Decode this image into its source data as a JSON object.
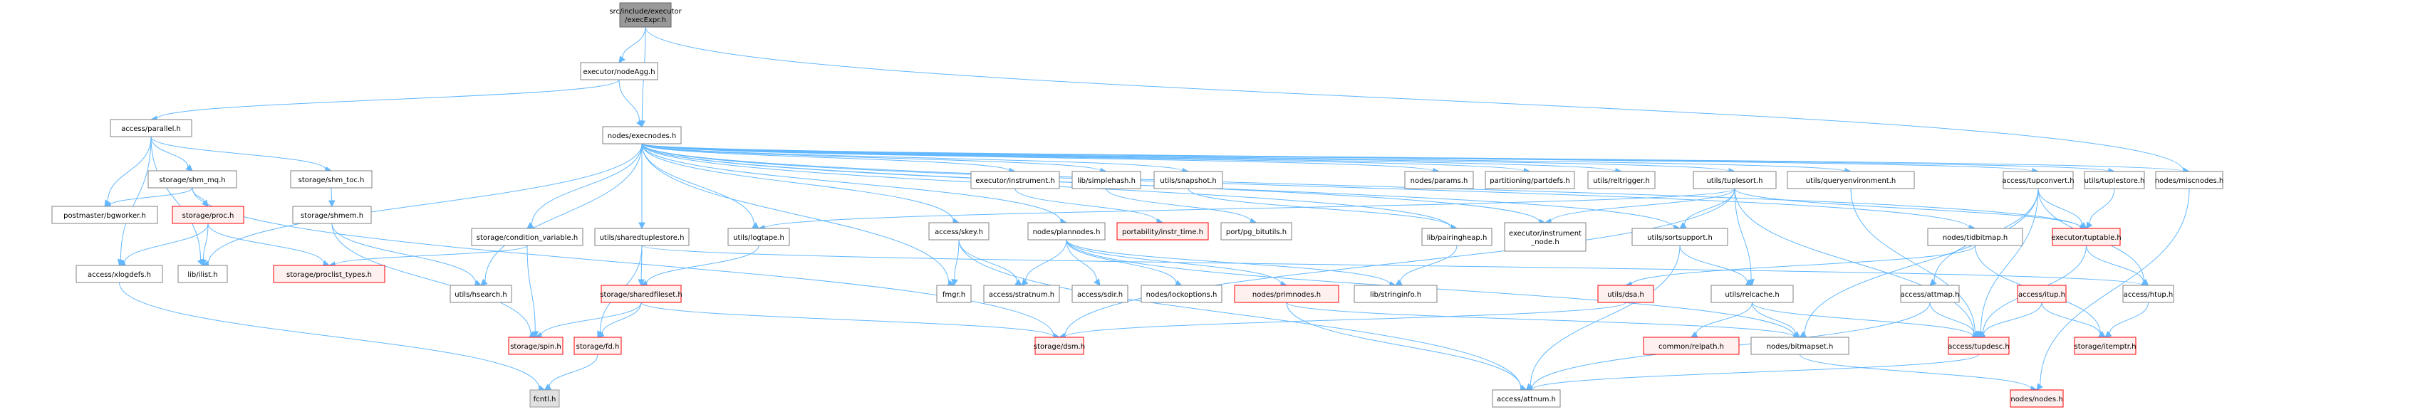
{
  "diagram": {
    "title": "src/include/executor/execExpr.h",
    "colors": {
      "edge": "#63b8ff",
      "normal_fill": "#ffffff",
      "normal_stroke": "#808080",
      "red_fill": "#fff0f0",
      "red_stroke": "#ff0000",
      "root_fill": "#999999",
      "root_stroke": "#666666",
      "system_fill": "#e0e0e0",
      "system_stroke": "#999999"
    },
    "nodes": [
      {
        "id": "execExpr",
        "label": [
          "src/include/executor",
          "/execExpr.h"
        ],
        "style": "root"
      },
      {
        "id": "nodeAgg",
        "label": [
          "executor/nodeAgg.h"
        ],
        "style": "normal"
      },
      {
        "id": "parallel",
        "label": [
          "access/parallel.h"
        ],
        "style": "normal"
      },
      {
        "id": "execnodes",
        "label": [
          "nodes/execnodes.h"
        ],
        "style": "normal"
      },
      {
        "id": "shm_mq",
        "label": [
          "storage/shm_mq.h"
        ],
        "style": "normal"
      },
      {
        "id": "shm_toc",
        "label": [
          "storage/shm_toc.h"
        ],
        "style": "normal"
      },
      {
        "id": "bgworker",
        "label": [
          "postmaster/bgworker.h"
        ],
        "style": "normal"
      },
      {
        "id": "proc",
        "label": [
          "storage/proc.h"
        ],
        "style": "red"
      },
      {
        "id": "shmem",
        "label": [
          "storage/shmem.h"
        ],
        "style": "normal"
      },
      {
        "id": "xlogdefs",
        "label": [
          "access/xlogdefs.h"
        ],
        "style": "normal"
      },
      {
        "id": "ilist",
        "label": [
          "lib/ilist.h"
        ],
        "style": "normal"
      },
      {
        "id": "proclist_types",
        "label": [
          "storage/proclist_types.h"
        ],
        "style": "red"
      },
      {
        "id": "hsearch",
        "label": [
          "utils/hsearch.h"
        ],
        "style": "normal"
      },
      {
        "id": "condvar",
        "label": [
          "storage/condition_variable.h"
        ],
        "style": "normal"
      },
      {
        "id": "sharedtuplestore",
        "label": [
          "utils/sharedtuplestore.h"
        ],
        "style": "normal"
      },
      {
        "id": "logtape",
        "label": [
          "utils/logtape.h"
        ],
        "style": "normal"
      },
      {
        "id": "sharedfileset",
        "label": [
          "storage/sharedfileset.h"
        ],
        "style": "red"
      },
      {
        "id": "spin",
        "label": [
          "storage/spin.h"
        ],
        "style": "red"
      },
      {
        "id": "fd",
        "label": [
          "storage/fd.h"
        ],
        "style": "red"
      },
      {
        "id": "fcntl",
        "label": [
          "fcntl.h"
        ],
        "style": "system"
      },
      {
        "id": "instrument",
        "label": [
          "executor/instrument.h"
        ],
        "style": "normal"
      },
      {
        "id": "simplehash",
        "label": [
          "lib/simplehash.h"
        ],
        "style": "normal"
      },
      {
        "id": "snapshot",
        "label": [
          "utils/snapshot.h"
        ],
        "style": "normal"
      },
      {
        "id": "params",
        "label": [
          "nodes/params.h"
        ],
        "style": "normal"
      },
      {
        "id": "partdefs",
        "label": [
          "partitioning/partdefs.h"
        ],
        "style": "normal"
      },
      {
        "id": "reltrigger",
        "label": [
          "utils/reltrigger.h"
        ],
        "style": "normal"
      },
      {
        "id": "tuplesort",
        "label": [
          "utils/tuplesort.h"
        ],
        "style": "normal"
      },
      {
        "id": "queryenv",
        "label": [
          "utils/queryenvironment.h"
        ],
        "style": "normal"
      },
      {
        "id": "tupconvert",
        "label": [
          "access/tupconvert.h"
        ],
        "style": "normal"
      },
      {
        "id": "tuplestore",
        "label": [
          "utils/tuplestore.h"
        ],
        "style": "normal"
      },
      {
        "id": "miscnodes",
        "label": [
          "nodes/miscnodes.h"
        ],
        "style": "normal"
      },
      {
        "id": "skey",
        "label": [
          "access/skey.h"
        ],
        "style": "normal"
      },
      {
        "id": "plannodes",
        "label": [
          "nodes/plannodes.h"
        ],
        "style": "normal"
      },
      {
        "id": "instr_time",
        "label": [
          "portability/instr_time.h"
        ],
        "style": "red"
      },
      {
        "id": "pg_bitutils",
        "label": [
          "port/pg_bitutils.h"
        ],
        "style": "normal"
      },
      {
        "id": "pairingheap",
        "label": [
          "lib/pairingheap.h"
        ],
        "style": "normal"
      },
      {
        "id": "instrument_node",
        "label": [
          "executor/instrument",
          "_node.h"
        ],
        "style": "normal"
      },
      {
        "id": "sortsupport",
        "label": [
          "utils/sortsupport.h"
        ],
        "style": "normal"
      },
      {
        "id": "tidbitmap",
        "label": [
          "nodes/tidbitmap.h"
        ],
        "style": "normal"
      },
      {
        "id": "tuptable",
        "label": [
          "executor/tuptable.h"
        ],
        "style": "red"
      },
      {
        "id": "fmgr",
        "label": [
          "fmgr.h"
        ],
        "style": "normal"
      },
      {
        "id": "stratnum",
        "label": [
          "access/stratnum.h"
        ],
        "style": "normal"
      },
      {
        "id": "sdir",
        "label": [
          "access/sdir.h"
        ],
        "style": "normal"
      },
      {
        "id": "lockoptions",
        "label": [
          "nodes/lockoptions.h"
        ],
        "style": "normal"
      },
      {
        "id": "primnodes",
        "label": [
          "nodes/primnodes.h"
        ],
        "style": "red"
      },
      {
        "id": "stringinfo",
        "label": [
          "lib/stringinfo.h"
        ],
        "style": "normal"
      },
      {
        "id": "dsa",
        "label": [
          "utils/dsa.h"
        ],
        "style": "red"
      },
      {
        "id": "relcache",
        "label": [
          "utils/relcache.h"
        ],
        "style": "normal"
      },
      {
        "id": "attmap",
        "label": [
          "access/attmap.h"
        ],
        "style": "normal"
      },
      {
        "id": "itup",
        "label": [
          "access/itup.h"
        ],
        "style": "red"
      },
      {
        "id": "htup",
        "label": [
          "access/htup.h"
        ],
        "style": "normal"
      },
      {
        "id": "dsm",
        "label": [
          "storage/dsm.h"
        ],
        "style": "red"
      },
      {
        "id": "relpath",
        "label": [
          "common/relpath.h"
        ],
        "style": "red"
      },
      {
        "id": "bitmapset",
        "label": [
          "nodes/bitmapset.h"
        ],
        "style": "normal"
      },
      {
        "id": "tupdesc",
        "label": [
          "access/tupdesc.h"
        ],
        "style": "red"
      },
      {
        "id": "itemptr",
        "label": [
          "storage/itemptr.h"
        ],
        "style": "red"
      },
      {
        "id": "attnum",
        "label": [
          "access/attnum.h"
        ],
        "style": "normal"
      },
      {
        "id": "nodes",
        "label": [
          "nodes/nodes.h"
        ],
        "style": "red"
      }
    ],
    "edges": [
      [
        "execExpr",
        "nodeAgg"
      ],
      [
        "execExpr",
        "execnodes"
      ],
      [
        "execExpr",
        "miscnodes"
      ],
      [
        "nodeAgg",
        "parallel"
      ],
      [
        "nodeAgg",
        "execnodes"
      ],
      [
        "parallel",
        "shm_mq"
      ],
      [
        "parallel",
        "shm_toc"
      ],
      [
        "parallel",
        "bgworker"
      ],
      [
        "parallel",
        "xlogdefs"
      ],
      [
        "parallel",
        "ilist"
      ],
      [
        "shm_mq",
        "bgworker"
      ],
      [
        "shm_mq",
        "proc"
      ],
      [
        "shm_mq",
        "dsm"
      ],
      [
        "proc",
        "xlogdefs"
      ],
      [
        "proc",
        "ilist"
      ],
      [
        "proc",
        "proclist_types"
      ],
      [
        "shm_toc",
        "shmem"
      ],
      [
        "shmem",
        "hsearch"
      ],
      [
        "shmem",
        "spin"
      ],
      [
        "xlogdefs",
        "fcntl"
      ],
      [
        "execnodes",
        "ilist"
      ],
      [
        "execnodes",
        "hsearch"
      ],
      [
        "execnodes",
        "condvar"
      ],
      [
        "execnodes",
        "sharedtuplestore"
      ],
      [
        "execnodes",
        "logtape"
      ],
      [
        "execnodes",
        "skey"
      ],
      [
        "execnodes",
        "fmgr"
      ],
      [
        "execnodes",
        "plannodes"
      ],
      [
        "execnodes",
        "instrument"
      ],
      [
        "execnodes",
        "simplehash"
      ],
      [
        "execnodes",
        "snapshot"
      ],
      [
        "execnodes",
        "params"
      ],
      [
        "execnodes",
        "partdefs"
      ],
      [
        "execnodes",
        "reltrigger"
      ],
      [
        "execnodes",
        "tuplesort"
      ],
      [
        "execnodes",
        "queryenv"
      ],
      [
        "execnodes",
        "tupconvert"
      ],
      [
        "execnodes",
        "tuplestore"
      ],
      [
        "execnodes",
        "miscnodes"
      ],
      [
        "execnodes",
        "pairingheap"
      ],
      [
        "execnodes",
        "instrument_node"
      ],
      [
        "execnodes",
        "sortsupport"
      ],
      [
        "execnodes",
        "tidbitmap"
      ],
      [
        "execnodes",
        "tuptable"
      ],
      [
        "condvar",
        "proclist_types"
      ],
      [
        "condvar",
        "spin"
      ],
      [
        "sharedtuplestore",
        "sharedfileset"
      ],
      [
        "sharedtuplestore",
        "fd"
      ],
      [
        "sharedtuplestore",
        "htup"
      ],
      [
        "logtape",
        "sharedfileset"
      ],
      [
        "sharedfileset",
        "spin"
      ],
      [
        "sharedfileset",
        "fd"
      ],
      [
        "sharedfileset",
        "dsm"
      ],
      [
        "fd",
        "fcntl"
      ],
      [
        "instrument",
        "instr_time"
      ],
      [
        "simplehash",
        "pg_bitutils"
      ],
      [
        "snapshot",
        "pairingheap"
      ],
      [
        "pairingheap",
        "stringinfo"
      ],
      [
        "skey",
        "fmgr"
      ],
      [
        "skey",
        "stratnum"
      ],
      [
        "skey",
        "attnum"
      ],
      [
        "plannodes",
        "stratnum"
      ],
      [
        "plannodes",
        "sdir"
      ],
      [
        "plannodes",
        "lockoptions"
      ],
      [
        "plannodes",
        "primnodes"
      ],
      [
        "plannodes",
        "stringinfo"
      ],
      [
        "plannodes",
        "bitmapset"
      ],
      [
        "primnodes",
        "attnum"
      ],
      [
        "primnodes",
        "bitmapset"
      ],
      [
        "tuplesort",
        "logtape"
      ],
      [
        "tuplesort",
        "instrument_node"
      ],
      [
        "tuplesort",
        "sortsupport"
      ],
      [
        "tuplesort",
        "relcache"
      ],
      [
        "tuplesort",
        "tuptable"
      ],
      [
        "tuplesort",
        "dsm"
      ],
      [
        "tuplesort",
        "tupdesc"
      ],
      [
        "sortsupport",
        "relcache"
      ],
      [
        "sortsupport",
        "attnum"
      ],
      [
        "queryenv",
        "tupdesc"
      ],
      [
        "tidbitmap",
        "dsa"
      ],
      [
        "tidbitmap",
        "itemptr"
      ],
      [
        "dsa",
        "dsm"
      ],
      [
        "relcache",
        "relpath"
      ],
      [
        "relcache",
        "bitmapset"
      ],
      [
        "relcache",
        "tupdesc"
      ],
      [
        "tupconvert",
        "attmap"
      ],
      [
        "tupconvert",
        "tuptable"
      ],
      [
        "tupconvert",
        "htup"
      ],
      [
        "tupconvert",
        "bitmapset"
      ],
      [
        "tupconvert",
        "tupdesc"
      ],
      [
        "tuplestore",
        "tuptable"
      ],
      [
        "tuptable",
        "htup"
      ],
      [
        "tuptable",
        "tupdesc"
      ],
      [
        "attmap",
        "tupdesc"
      ],
      [
        "attmap",
        "attnum"
      ],
      [
        "itup",
        "tupdesc"
      ],
      [
        "itup",
        "itemptr"
      ],
      [
        "htup",
        "itemptr"
      ],
      [
        "tupdesc",
        "attnum"
      ],
      [
        "bitmapset",
        "nodes"
      ],
      [
        "miscnodes",
        "nodes"
      ]
    ]
  }
}
